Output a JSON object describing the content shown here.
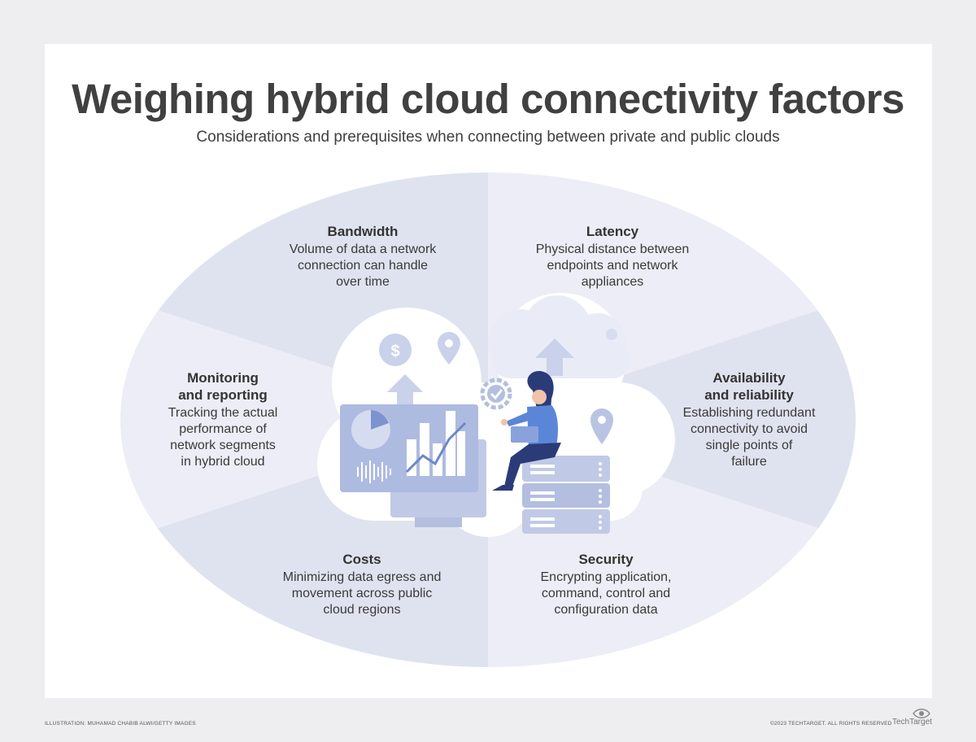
{
  "title": "Weighing hybrid cloud connectivity factors",
  "subtitle": "Considerations and prerequisites when connecting between private and public clouds",
  "factors": {
    "bandwidth": {
      "heading": "Bandwidth",
      "desc": "Volume of data a network\nconnection can handle\nover time"
    },
    "latency": {
      "heading": "Latency",
      "desc": "Physical distance between\nendpoints and network\nappliances"
    },
    "monitoring": {
      "heading": "Monitoring\nand reporting",
      "desc": "Tracking the actual\nperformance of\nnetwork segments\nin hybrid cloud"
    },
    "availability": {
      "heading": "Availability\nand reliability",
      "desc": "Establishing redundant\nconnectivity to avoid\nsingle points of\nfailure"
    },
    "costs": {
      "heading": "Costs",
      "desc": "Minimizing data egress and\nmovement across public\ncloud regions"
    },
    "security": {
      "heading": "Security",
      "desc": "Encrypting application,\ncommand, control and\nconfiguration data"
    }
  },
  "illustration": {
    "dollar_symbol": "$"
  },
  "footer": {
    "credit": "ILLUSTRATION: MUHAMAD CHABIB ALWI/GETTY IMAGES",
    "copyright": "©2023 TECHTARGET. ALL RIGHTS RESERVED",
    "brand": "TechTarget"
  },
  "colors": {
    "segment_dark": "#dfe3ef",
    "segment_light": "#ecedf6",
    "accent_blue": "#5b86d8",
    "illustration_blue": "#b9c4e2",
    "text_dark": "#404040"
  }
}
